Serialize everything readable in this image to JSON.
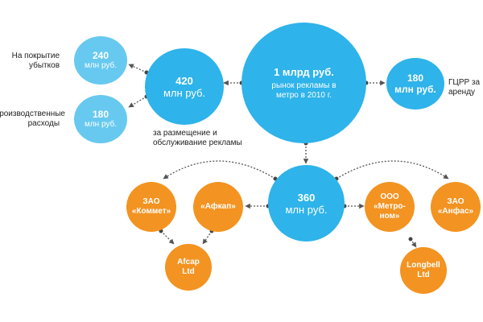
{
  "colors": {
    "blue": "#2eb3ea",
    "light_blue": "#67c9ef",
    "orange": "#f39321",
    "connector": "#555555"
  },
  "nodes": {
    "total": {
      "value": "1 млрд руб.",
      "desc": "рынок рекламы в метро в 2010 г."
    },
    "placement": {
      "value": "420",
      "unit": "млн руб."
    },
    "losses": {
      "value": "240",
      "unit": "млн руб."
    },
    "production": {
      "value": "180",
      "unit": "млн руб."
    },
    "gcrr": {
      "value": "180",
      "unit": "млн руб."
    },
    "agencies": {
      "value": "360",
      "unit": "млн руб."
    },
    "kommet": {
      "name": "ЗАО «Коммет»"
    },
    "afkap": {
      "name": "«Афкап»"
    },
    "afcap_ltd": {
      "name": "Afcap Ltd"
    },
    "metronom": {
      "name": "ООО «Метро-ном»"
    },
    "anfas": {
      "name": "ЗАО «Анфас»"
    },
    "longbell": {
      "name": "Longbell Ltd"
    }
  },
  "labels": {
    "losses": "На покрытие убытков",
    "production": "Производственные расходы",
    "placement": "за размещение и обслуживание рекламы",
    "gcrr": "ГЦРР за аренду"
  }
}
